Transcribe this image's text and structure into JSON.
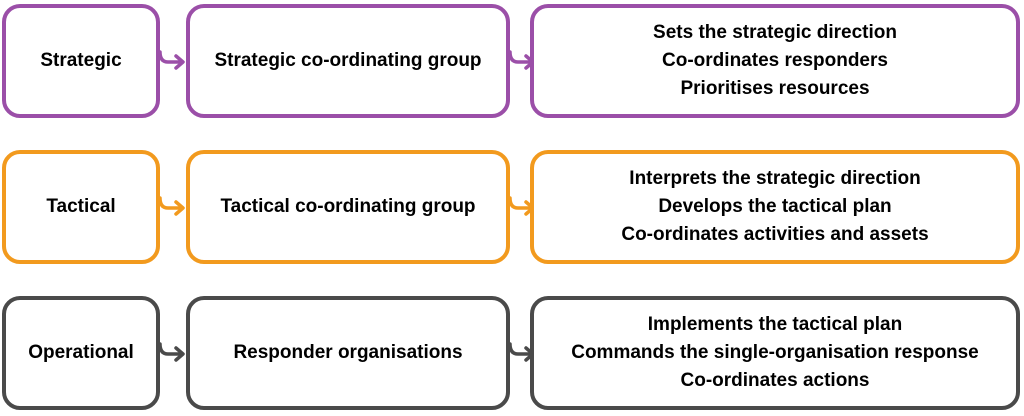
{
  "rows": [
    {
      "level": "Strategic",
      "group": "Strategic co-ordinating group",
      "descriptions": [
        "Sets the strategic direction",
        "Co-ordinates responders",
        "Prioritises resources"
      ],
      "color": "#9b4fa8"
    },
    {
      "level": "Tactical",
      "group": "Tactical co-ordinating group",
      "descriptions": [
        "Interprets the strategic direction",
        "Develops the tactical plan",
        "Co-ordinates activities and assets"
      ],
      "color": "#f29a1e"
    },
    {
      "level": "Operational",
      "group": "Responder organisations",
      "descriptions": [
        "Implements the tactical plan",
        "Commands the single-organisation response",
        "Co-ordinates actions"
      ],
      "color": "#4a4a4a"
    }
  ]
}
